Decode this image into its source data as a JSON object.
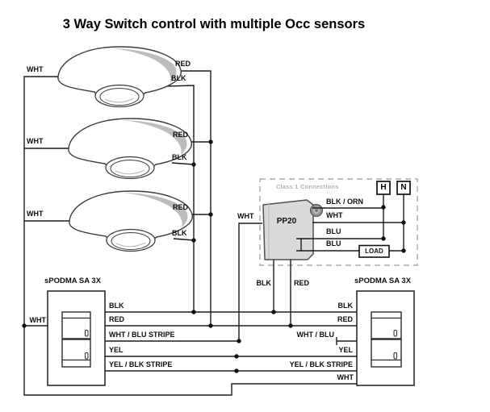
{
  "title": "3 Way Switch control with multiple Occ sensors",
  "sensors": [
    {
      "wht": "WHT",
      "red": "RED",
      "blk": "BLK"
    },
    {
      "wht": "WHT",
      "red": "RED",
      "blk": "BLK"
    },
    {
      "wht": "WHT",
      "red": "RED",
      "blk": "BLK"
    }
  ],
  "class1": {
    "zone_label": "Class 1 Connections",
    "hot": "H",
    "neutral": "N",
    "power_pack": "PP20",
    "load": "LOAD",
    "blk_orn": "BLK / ORN",
    "wht": "WHT",
    "blu_top": "BLU",
    "blu_bottom": "BLU"
  },
  "feeds": {
    "wht": "WHT",
    "blk": "BLK",
    "red": "RED"
  },
  "left_switch": {
    "label": "sPODMA SA 3X",
    "wht": "WHT",
    "wires": [
      "BLK",
      "RED",
      "WHT / BLU STRIPE",
      "YEL",
      "YEL / BLK STRIPE"
    ]
  },
  "right_switch": {
    "label": "sPODMA SA 3X",
    "wires": [
      "BLK",
      "RED",
      "WHT / BLU",
      "YEL",
      "YEL / BLK STRIPE",
      "WHT"
    ]
  },
  "colors": {
    "wire": "#1b1b1b",
    "sensor_shade": "#bcbcbc",
    "power_pack_fill": "#dadada",
    "class1_border": "#ababab"
  }
}
